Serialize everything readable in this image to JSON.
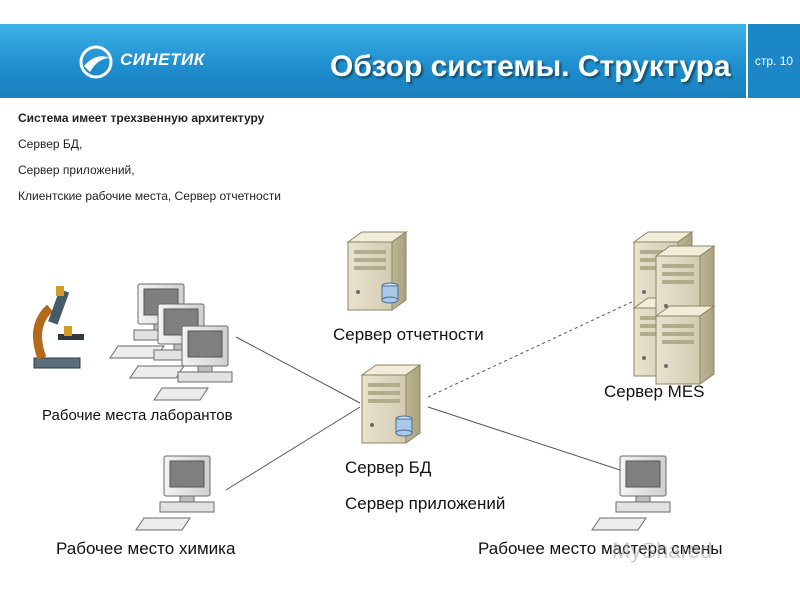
{
  "header": {
    "logo_text": "СИНЕТИК",
    "title": "Обзор системы. Структура",
    "page_label": "стр. 10"
  },
  "intro": {
    "lines": [
      "Система имеет трехзвенную архитектуру",
      "Сервер БД,",
      "Сервер приложений,",
      "Клиентские рабочие места, Сервер отчетности"
    ]
  },
  "diagram": {
    "nodes": {
      "reporting_server": "Сервер отчетности",
      "mes_server": "Сервер MES",
      "lab_workstations": "Рабочие места лаборантов",
      "db_server": "Сервер БД",
      "app_server": "Сервер приложений",
      "chemist_workstation": "Рабочее место химика",
      "shift_master_workstation": "Рабочее место мастера смены"
    }
  },
  "watermark": "MyShared"
}
